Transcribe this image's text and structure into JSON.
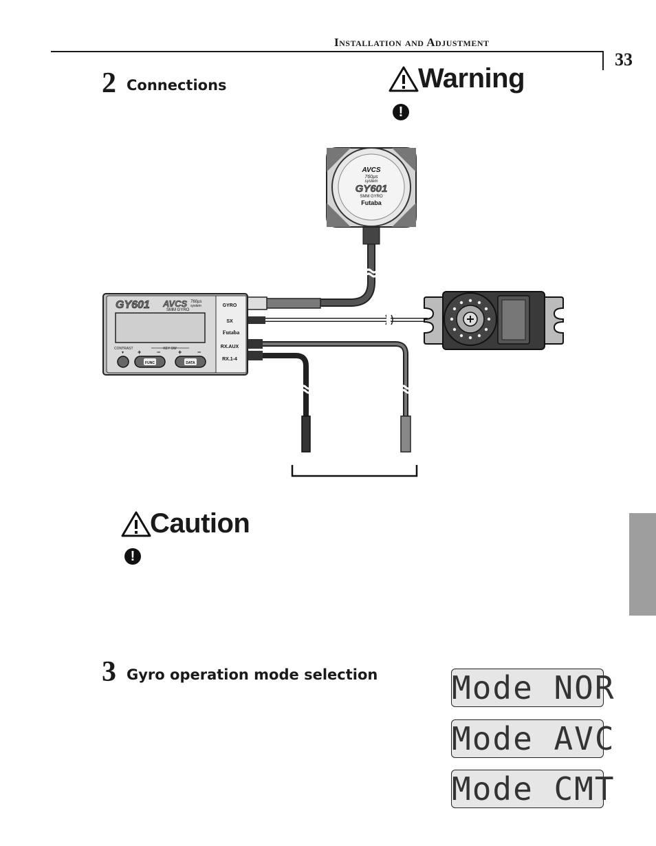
{
  "header": {
    "title": "Installation and Adjustment",
    "page_number": "33"
  },
  "section2": {
    "number": "2",
    "title": "Connections"
  },
  "warning": {
    "label": "Warning",
    "bullet": "!"
  },
  "caution": {
    "label": "Caution",
    "bullet": "!"
  },
  "section3": {
    "number": "3",
    "title": "Gyro operation mode selection"
  },
  "diagram": {
    "sensor": {
      "brand": "AVCS",
      "system_line1": "760µs",
      "system_line2": "system",
      "model": "GY601",
      "subtitle": "SMM GYRO",
      "maker": "Futaba"
    },
    "control_unit": {
      "model": "GY601",
      "brand": "AVCS",
      "system_line1": "760µs",
      "system_line2": "system",
      "subtitle": "SMM GYRO",
      "maker": "Futaba",
      "contrast_label": "CONTRAST",
      "keysw_label": "KEY SW",
      "func_label": "FUNC",
      "data_label": "DATA",
      "plus": "+",
      "minus": "−",
      "down_arrow": "▼",
      "ports": [
        "GYRO",
        "SX",
        "RX.AUX",
        "RX.1-4"
      ]
    }
  },
  "lcd_modes": [
    "Mode NOR",
    "Mode AVC",
    "Mode CMT"
  ]
}
